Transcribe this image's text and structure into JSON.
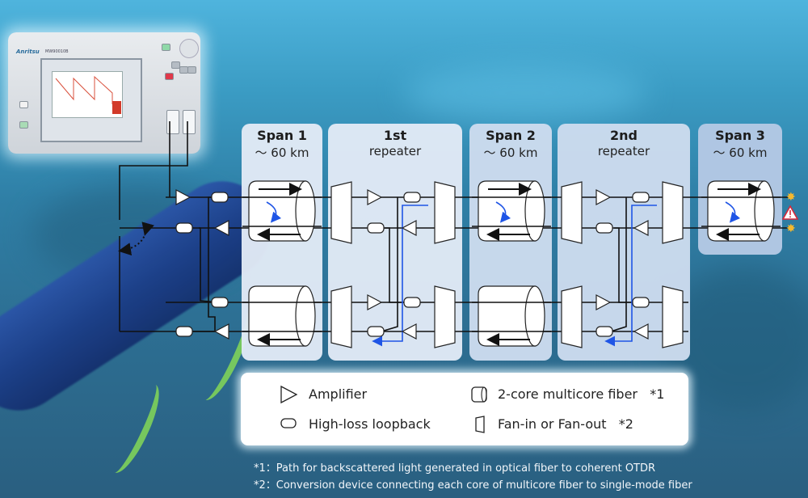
{
  "panels": [
    {
      "id": "span-1",
      "title": "Span 1",
      "subtitle": "〜 60 km"
    },
    {
      "id": "repeater-1",
      "title": "1st",
      "subtitle": "repeater"
    },
    {
      "id": "span-2",
      "title": "Span 2",
      "subtitle": "〜 60 km"
    },
    {
      "id": "repeater-2",
      "title": "2nd",
      "subtitle": "repeater"
    },
    {
      "id": "span-3",
      "title": "Span 3",
      "subtitle": "〜 60 km"
    }
  ],
  "device": {
    "logo": "Anritsu",
    "model": "MW90010B"
  },
  "legend": {
    "items": [
      {
        "icon": "amplifier-icon",
        "label": "Amplifier"
      },
      {
        "icon": "multicore-fiber-icon",
        "label": "2-core multicore fiber",
        "note": "*1"
      },
      {
        "icon": "loopback-icon",
        "label": "High-loss loopback"
      },
      {
        "icon": "fan-in-out-icon",
        "label": "Fan-in or Fan-out",
        "note": "*2"
      }
    ]
  },
  "notes": [
    "*1：Path for backscattered light generated in optical fiber to coherent OTDR",
    "*2：Conversion device connecting each core of multicore fiber to single-mode fiber"
  ],
  "colors": {
    "path_blue": "#1f55e6",
    "fault_star": "#f5b82e",
    "warning_red": "#d6283a"
  },
  "fault_marker": "warning-icon"
}
